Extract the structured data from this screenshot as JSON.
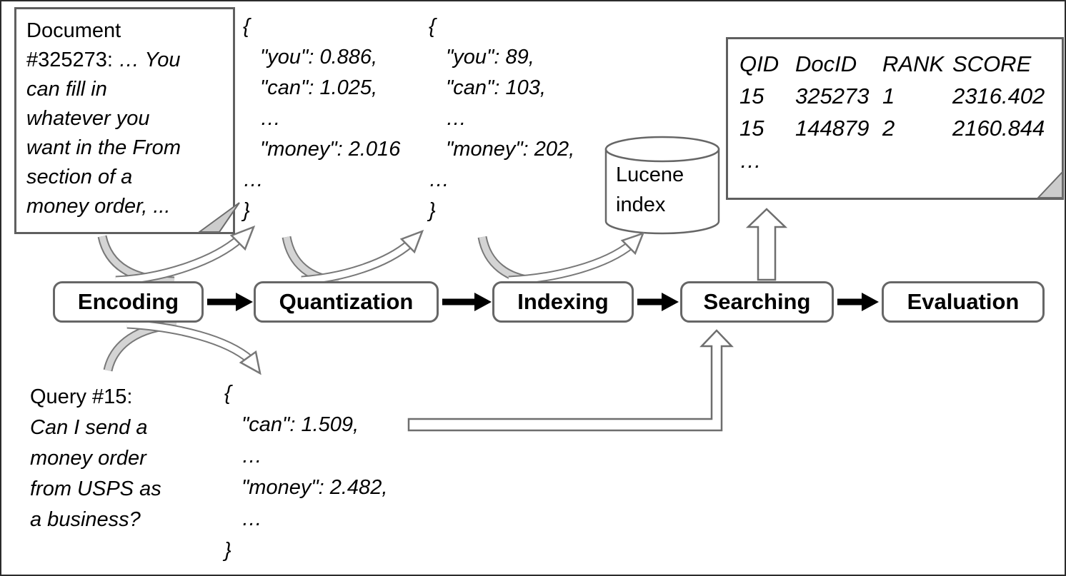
{
  "document_note": {
    "line1": "Document",
    "line2_prefix": "#325273: ",
    "line2_italic": "… You",
    "body_lines": [
      "can fill in",
      "whatever you",
      "want in the From",
      "section of a",
      "money order, ..."
    ]
  },
  "doc_vector": {
    "lines": [
      "{",
      "\"you\": 0.886,",
      "\"can\": 1.025,",
      "…",
      "\"money\": 2.016",
      "…",
      "}"
    ]
  },
  "quantized_vector": {
    "lines": [
      "{",
      "\"you\": 89,",
      "\"can\": 103,",
      "…",
      "\"money\": 202,",
      "…",
      "}"
    ]
  },
  "lucene_index": {
    "line1": "Lucene",
    "line2": "index"
  },
  "results_note": {
    "headers": [
      "QID",
      "DocID",
      "RANK",
      "SCORE"
    ],
    "rows": [
      [
        "15",
        "325273",
        "1",
        "2316.402"
      ],
      [
        "15",
        "144879",
        "2",
        "2160.844"
      ]
    ],
    "more": "…"
  },
  "pipeline": {
    "stages": [
      "Encoding",
      "Quantization",
      "Indexing",
      "Searching",
      "Evaluation"
    ]
  },
  "query_note": {
    "title": "Query #15:",
    "body_lines": [
      "Can I send a",
      "money order",
      "from USPS as",
      "a business?"
    ]
  },
  "query_vector": {
    "lines": [
      "{",
      "\"can\": 1.509,",
      "…",
      "\"money\": 2.482,",
      "…",
      "}"
    ]
  },
  "colors": {
    "stage_border": "#666666",
    "note_border": "#5f5f5f",
    "ribbon_gray": "#d4d4d4",
    "arrow_black": "#000000"
  }
}
